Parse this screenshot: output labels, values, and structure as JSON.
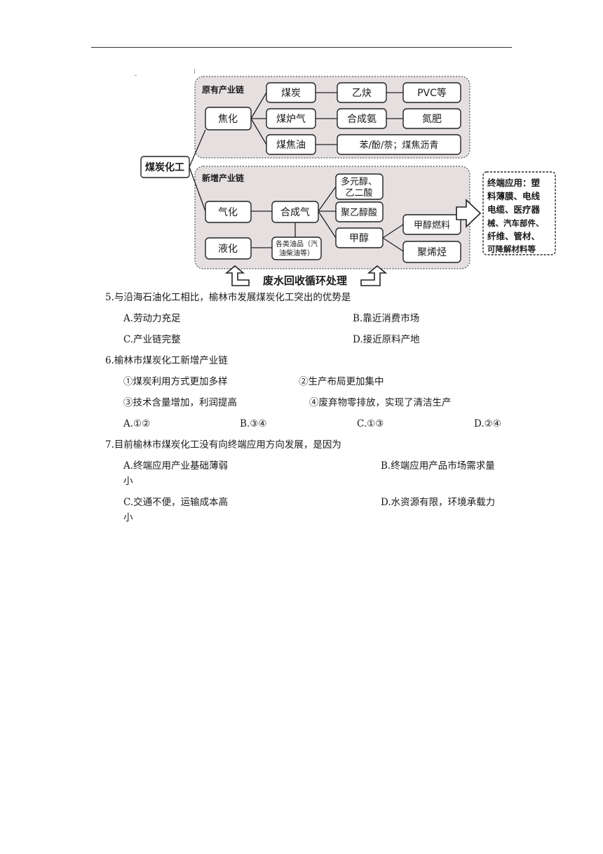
{
  "diagram": {
    "root": "煤炭化工",
    "original_chain": {
      "label": "原有产业链",
      "process": "焦化",
      "products": [
        "煤炭",
        "煤炉气",
        "煤焦油"
      ],
      "derivatives": [
        "乙炔",
        "合成氨",
        "苯/酚/萘；煤焦沥青"
      ],
      "final": [
        "PVC等",
        "氮肥"
      ]
    },
    "new_chain": {
      "label": "新增产业链",
      "processes": [
        "气化",
        "液化"
      ],
      "syngas": "合成气",
      "oils_line1": "各类油品（汽",
      "oils_line2": "油柴油等）",
      "chemicals_line1": "多元醇、",
      "chemicals_line2": "乙二酸",
      "polyglycolic": "聚乙醇酸",
      "methanol": "甲醇",
      "methanol_fuel": "甲醇燃料",
      "polyolefin": "聚烯烃"
    },
    "terminal": [
      "终端应用：塑",
      "料薄膜、电线",
      "电缆、医疗器",
      "械、汽车部件、",
      "纤维、管材、",
      "可降解材料等"
    ],
    "wastewater": "废水回收循环处理"
  },
  "questions": [
    {
      "stem": "5.与沿海石油化工相比，榆林市发展煤炭化工突出的优势是",
      "options": [
        "A.劳动力充足",
        "B.靠近消费市场",
        "C.产业链完整",
        "D.接近原料产地"
      ]
    },
    {
      "stem": "6.榆林市煤炭化工新增产业链",
      "statements": [
        "①煤炭利用方式更加多样",
        "②生产布局更加集中",
        "③技术含量增加，利润提高",
        "④废弃物零排放，实现了清洁生产"
      ],
      "options": [
        "A.①②",
        "B.③④",
        "C.①③",
        "D.②④"
      ]
    },
    {
      "stem": "7.目前榆林市煤炭化工没有向终端应用方向发展，是因为",
      "options": [
        {
          "line1": "A.终端应用产业基础薄弱",
          "line2": "小"
        },
        {
          "line1": "B.终端应用产品市场需求量",
          "line2": ""
        },
        {
          "line1": "C.交通不便，运输成本高",
          "line2": "小"
        },
        {
          "line1": "D.水资源有限，环境承载力",
          "line2": ""
        }
      ]
    }
  ]
}
